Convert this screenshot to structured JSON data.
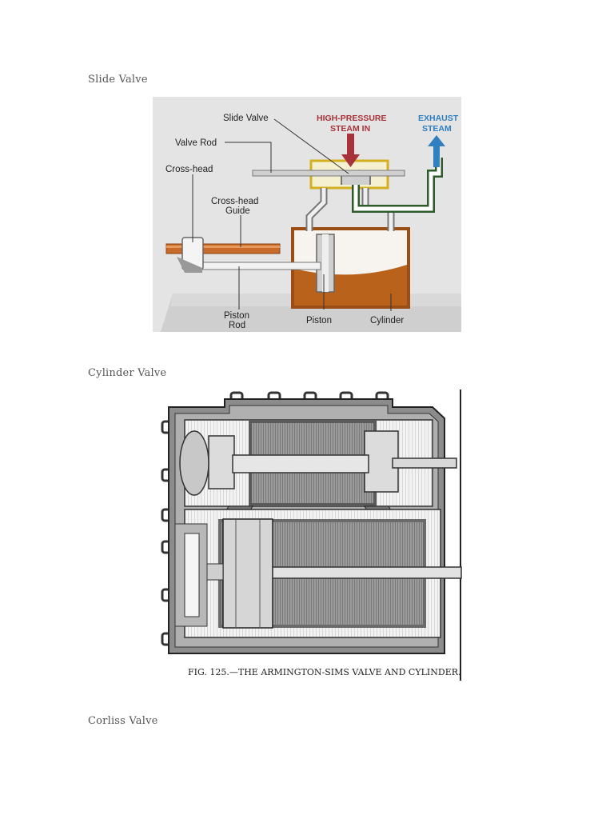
{
  "sections": [
    {
      "heading": "Slide Valve"
    },
    {
      "heading": "Cylinder Valve"
    },
    {
      "heading": "Corliss Valve"
    }
  ],
  "slide_diagram": {
    "labels": {
      "slide_valve": "Slide Valve",
      "valve_rod": "Valve Rod",
      "cross_head": "Cross-head",
      "cross_head_guide_1": "Cross-head",
      "cross_head_guide_2": "Guide",
      "high_pressure_1": "HIGH-PRESSURE",
      "high_pressure_2": "STEAM IN",
      "exhaust_1": "EXHAUST",
      "exhaust_2": "STEAM",
      "piston_rod_1": "Piston",
      "piston_rod_2": "Rod",
      "piston": "Piston",
      "cylinder": "Cylinder"
    },
    "colors": {
      "background": "#e4e4e4",
      "cylinder": "#b8621b",
      "steam_in": "#a8323a",
      "exhaust": "#2f7fc1",
      "pipe_green": "#2f5a2a",
      "valve_yellow": "#e8c832"
    }
  },
  "cylinder_figure": {
    "caption": "FIG. 125.—THE ARMINGTON-SIMS VALVE AND CYLINDER."
  }
}
